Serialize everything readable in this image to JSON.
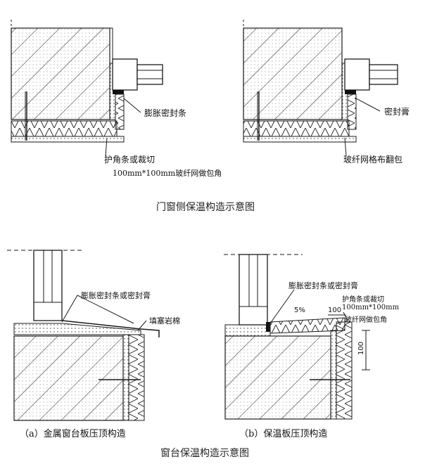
{
  "figure_top": {
    "caption": "门窗侧保温构造示意图",
    "left": {
      "label_sealant_strip": "膨胀密封条",
      "label_corner_1": "护角条或裁切",
      "label_corner_2": "100mm*100mm玻纤网做包角"
    },
    "right": {
      "label_sealant_paste": "密封膏",
      "label_mesh_wrap": "玻纤网格布翻包"
    }
  },
  "figure_bottom": {
    "caption": "窗台保温构造示意图",
    "a": {
      "subcaption": "（a）金属窗台板压顶构造",
      "label_seal": "膨胀密封条或密封膏",
      "label_rockwool": "填塞岩棉"
    },
    "b": {
      "subcaption": "（b）保温板压顶构造",
      "label_seal": "膨胀密封条或密封膏",
      "label_corner_1": "护角条或裁切",
      "label_corner_2": "100mm*100mm",
      "label_corner_3": "玻纤网做包角",
      "slope": "5%",
      "dim_top": "100",
      "dim_side": "100"
    }
  },
  "colors": {
    "line": "#1a1a1a",
    "hatch": "#333333",
    "fill": "#ffffff"
  }
}
